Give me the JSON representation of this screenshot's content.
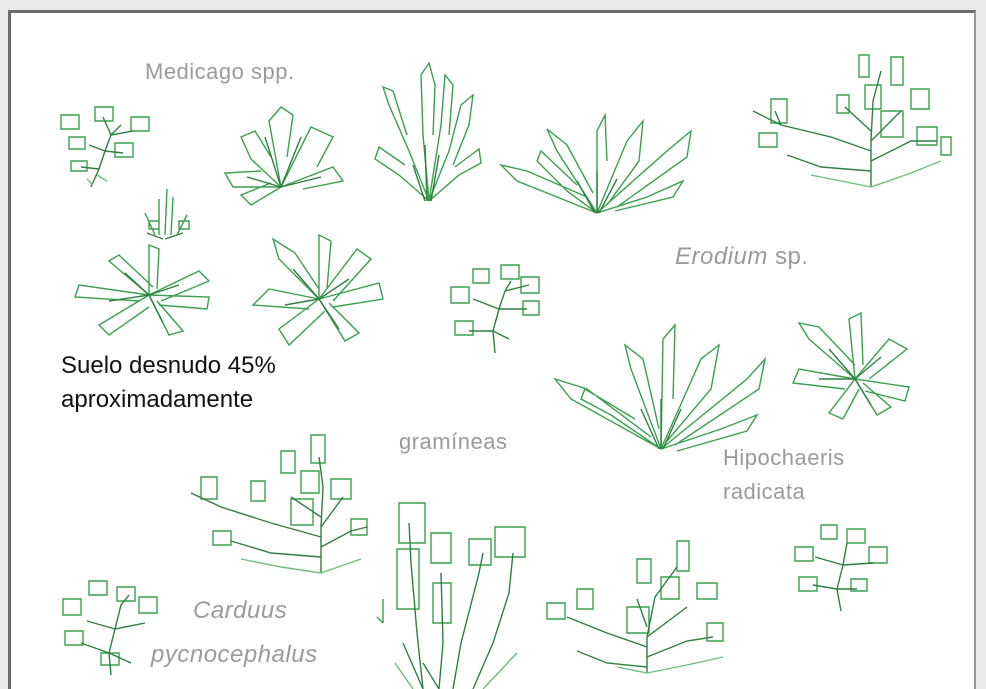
{
  "labels": {
    "medicago": "Medicago spp.",
    "erodium_genus": "Erodium",
    "erodium_suffix": " sp.",
    "bare_soil_line1": "Suelo desnudo 45%",
    "bare_soil_line2": "aproximadamente",
    "gramineas": "gramíneas",
    "hipochaeris_line1": "Hipochaeris",
    "hipochaeris_line2": "radicata",
    "carduus_line1": "Carduus",
    "carduus_line2": "pycnocephalus"
  },
  "colors": {
    "plant_stroke": "#3aa04e",
    "label_gray": "#9a9a9a",
    "label_dark": "#111111",
    "frame_border": "#6b6b6b"
  }
}
